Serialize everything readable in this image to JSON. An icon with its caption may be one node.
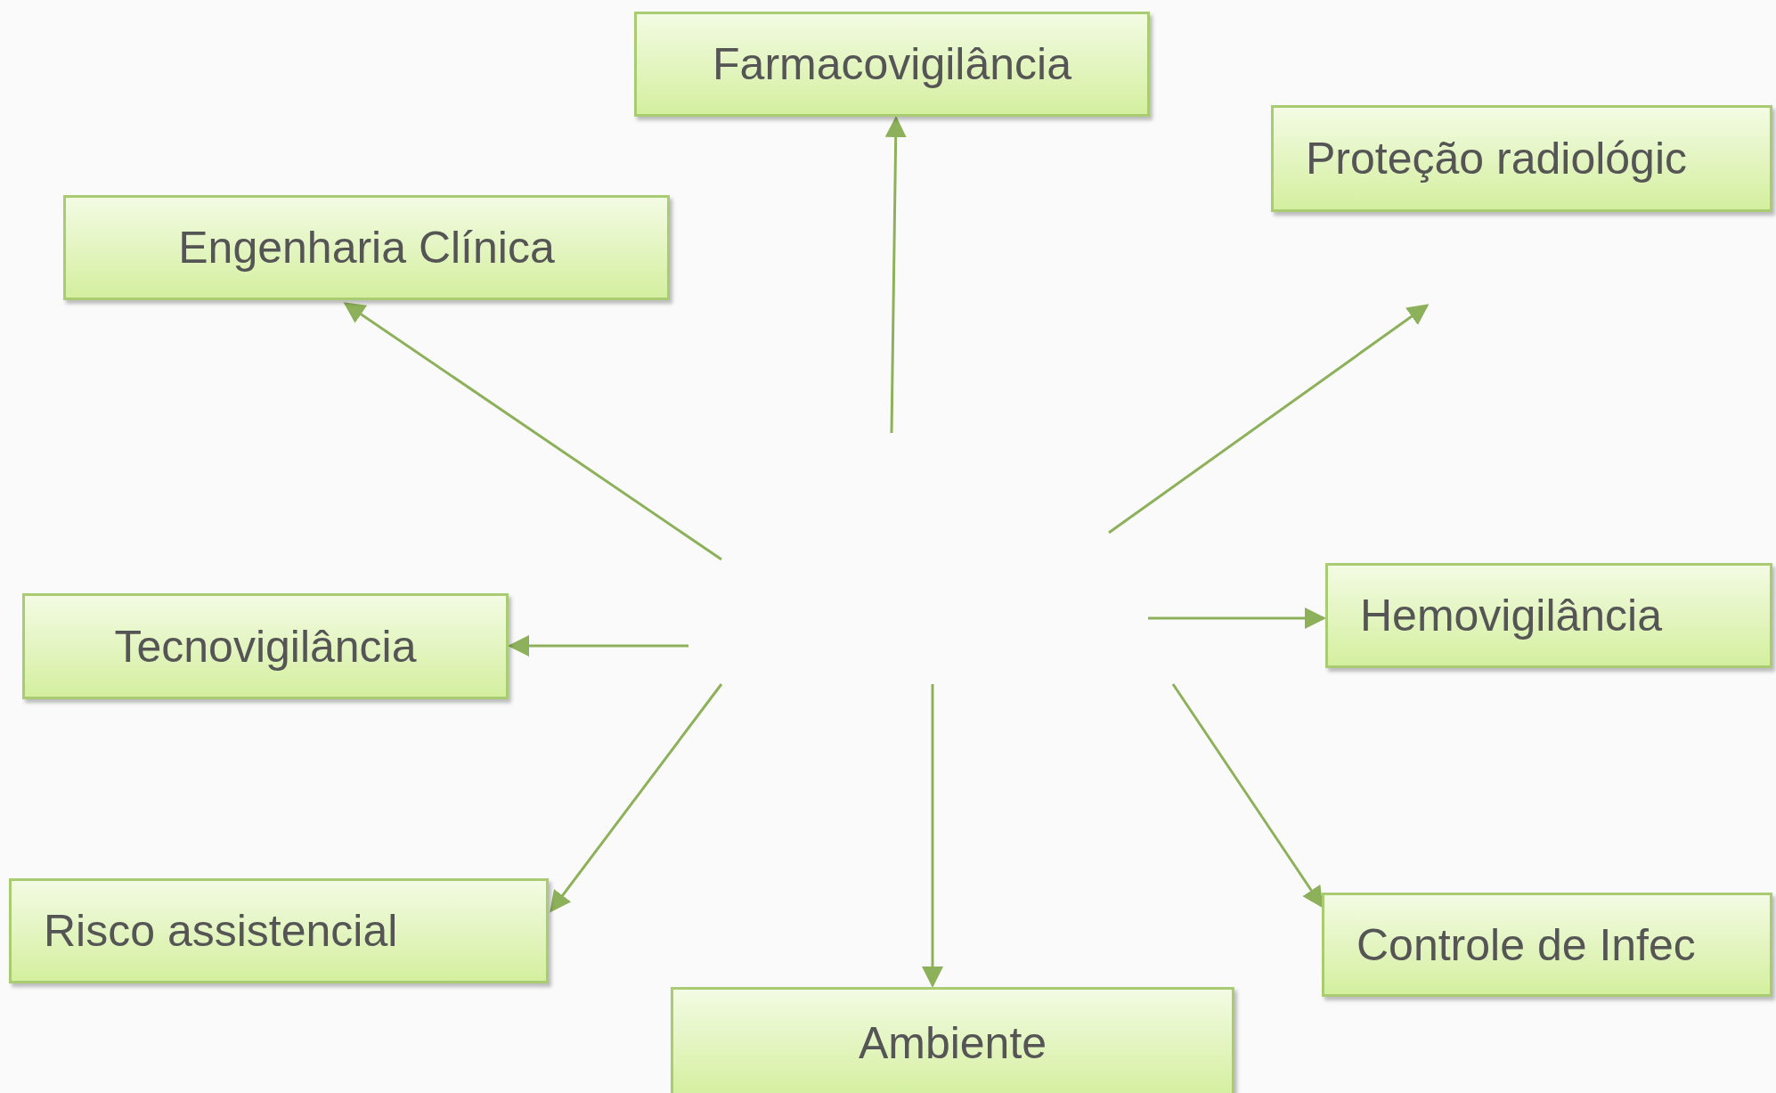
{
  "diagram": {
    "nodes": [
      {
        "text": [
          "Farmacovigilância"
        ]
      },
      {
        "text": [
          "Proteção radiológic"
        ]
      },
      {
        "text": [
          "Engenharia Clínica"
        ]
      },
      {
        "text": [
          "Tecnovigilância"
        ]
      },
      {
        "text": [
          "Hemovigilância"
        ]
      },
      {
        "text": [
          "Risco assistencial"
        ]
      },
      {
        "text": [
          "Ambiente"
        ]
      },
      {
        "text": [
          "Controle de Infec"
        ]
      }
    ],
    "edges": [
      {
        "from": null,
        "to": 0,
        "arrow": "to"
      },
      {
        "from": null,
        "to": 1,
        "arrow": "to"
      },
      {
        "from": null,
        "to": 2,
        "arrow": "to"
      },
      {
        "from": null,
        "to": 3,
        "arrow": "to"
      },
      {
        "from": null,
        "to": 4,
        "arrow": "to"
      },
      {
        "from": null,
        "to": 5,
        "arrow": "to"
      },
      {
        "from": null,
        "to": 6,
        "arrow": "to"
      },
      {
        "from": null,
        "to": 7,
        "arrow": "to"
      }
    ]
  }
}
